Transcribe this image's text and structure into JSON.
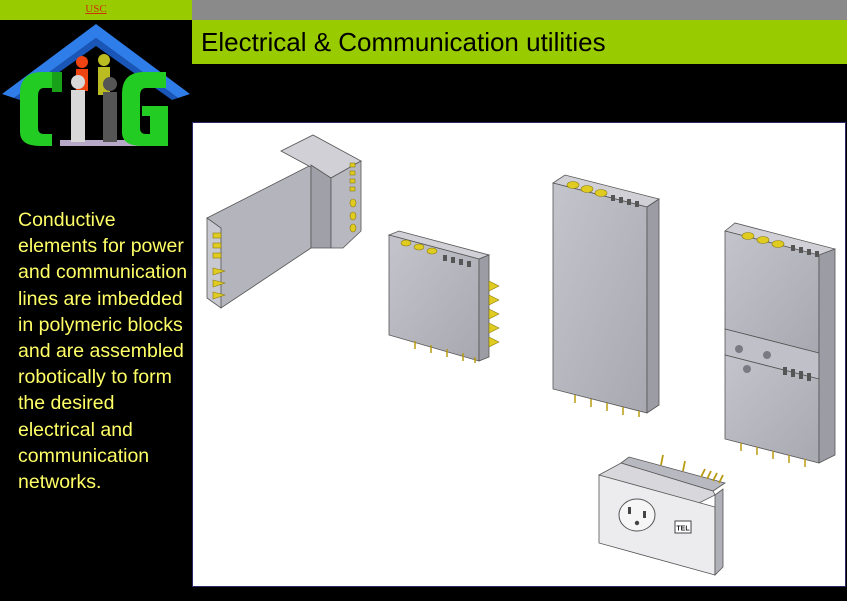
{
  "header": {
    "link_text": "USC",
    "title": "Electrical & Communication utilities"
  },
  "sidebar": {
    "logo_icon": "house-with-people-logo",
    "description": "Conductive elements for power and communication lines are imbedded in polymeric blocks and are assembled robotically to form the desired electrical and communication networks."
  },
  "figure": {
    "outlet_label": "TEL"
  },
  "colors": {
    "accent_green": "#99cc00",
    "top_gray": "#8a8a8a",
    "text_yellow": "#ffff66",
    "link_red": "#cc3300",
    "background": "#000000"
  }
}
